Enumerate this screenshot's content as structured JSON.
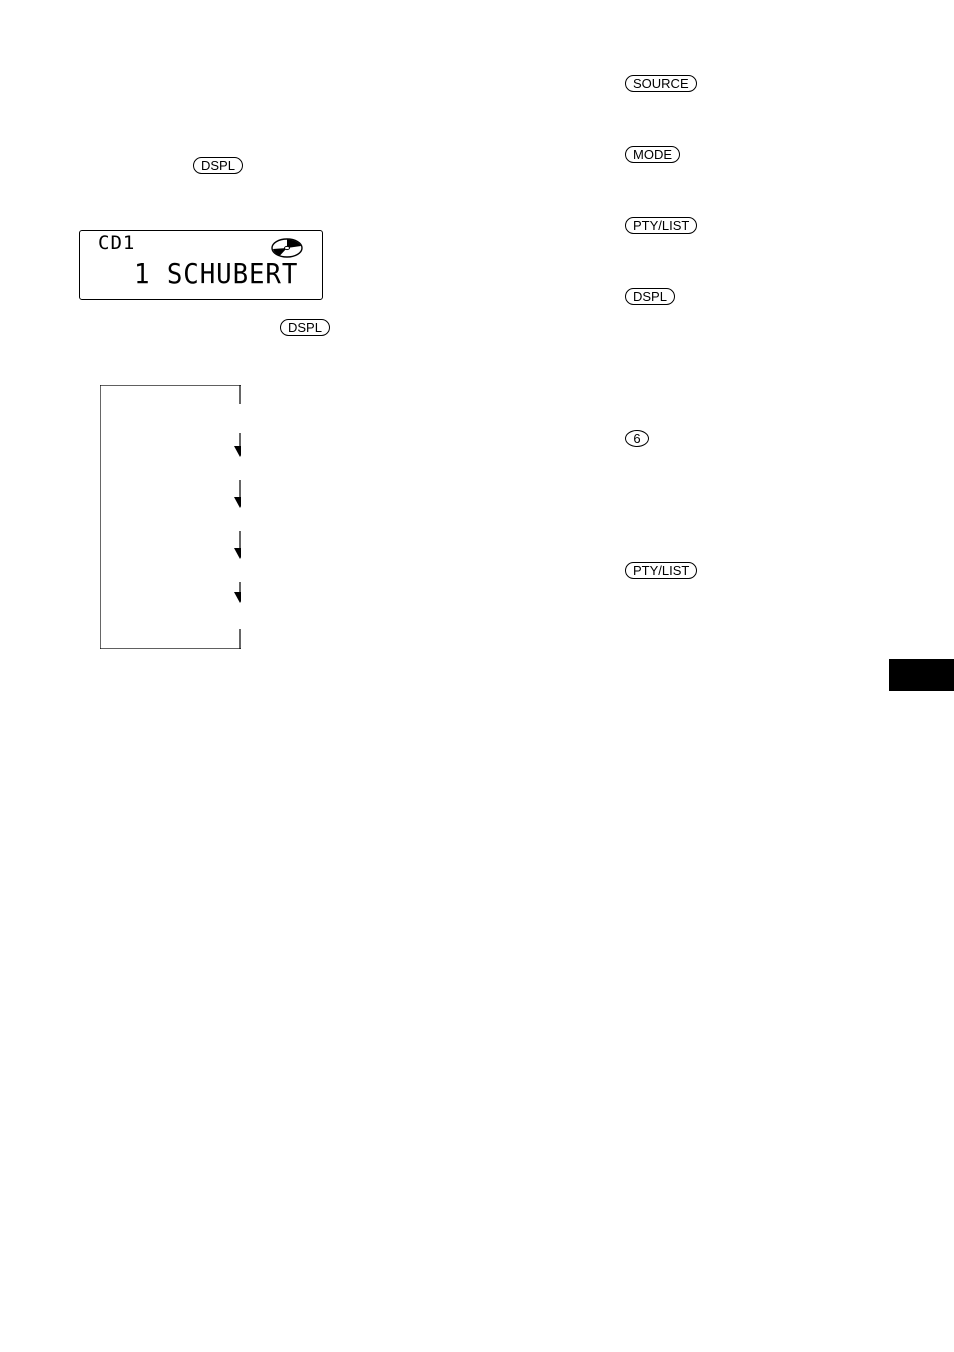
{
  "buttons": {
    "dspl_top": "DSPL",
    "dspl_below_display": "DSPL",
    "source": "SOURCE",
    "mode": "MODE",
    "pty_list_1": "PTY/LIST",
    "dspl_right": "DSPL",
    "six": "6",
    "pty_list_2": "PTY/LIST"
  },
  "display": {
    "line1": "CD1",
    "line2": "1 SCHUBERT",
    "icon": "disc-icon"
  },
  "flow": {
    "icon": "arrow-down-icon",
    "arrow_count": 4
  },
  "colors": {
    "ink": "#000000",
    "page": "#ffffff"
  }
}
